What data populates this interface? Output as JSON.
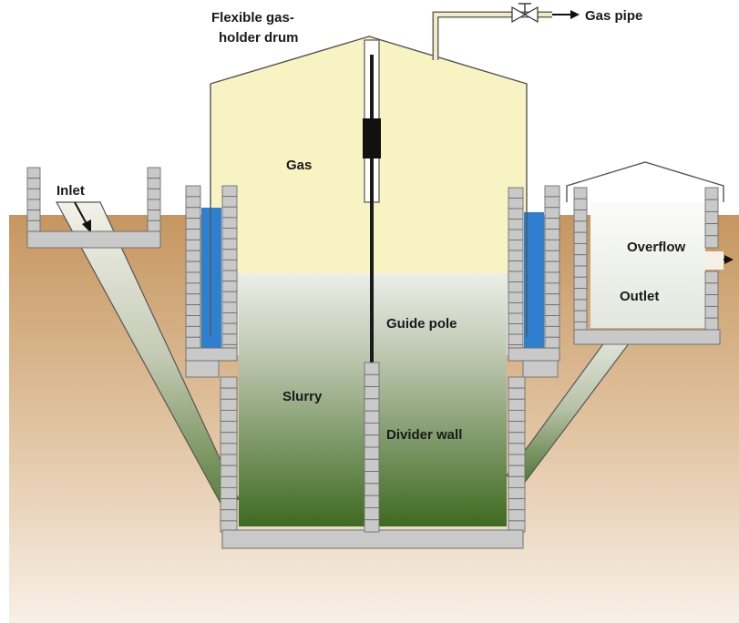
{
  "diagram": {
    "labels": {
      "gasholder": [
        "Flexible gas-",
        "holder drum"
      ],
      "gas_pipe": "Gas pipe",
      "gas": "Gas",
      "inlet": "Inlet",
      "overflow": "Overflow",
      "outlet": "Outlet",
      "guide_pole": "Guide pole",
      "slurry": "Slurry",
      "divider_wall": "Divider wall"
    },
    "colors": {
      "gas": "#f7f3c2",
      "slurry_top": "#e9ede8",
      "slurry_bottom": "#3f6a22",
      "water_seal": "#2f7fd0",
      "brick": "#c9c9c9",
      "brick_line": "#6f6f6f",
      "soil_top": "#c69660",
      "soil_bottom": "#f7eee4",
      "outline": "#555555"
    }
  }
}
